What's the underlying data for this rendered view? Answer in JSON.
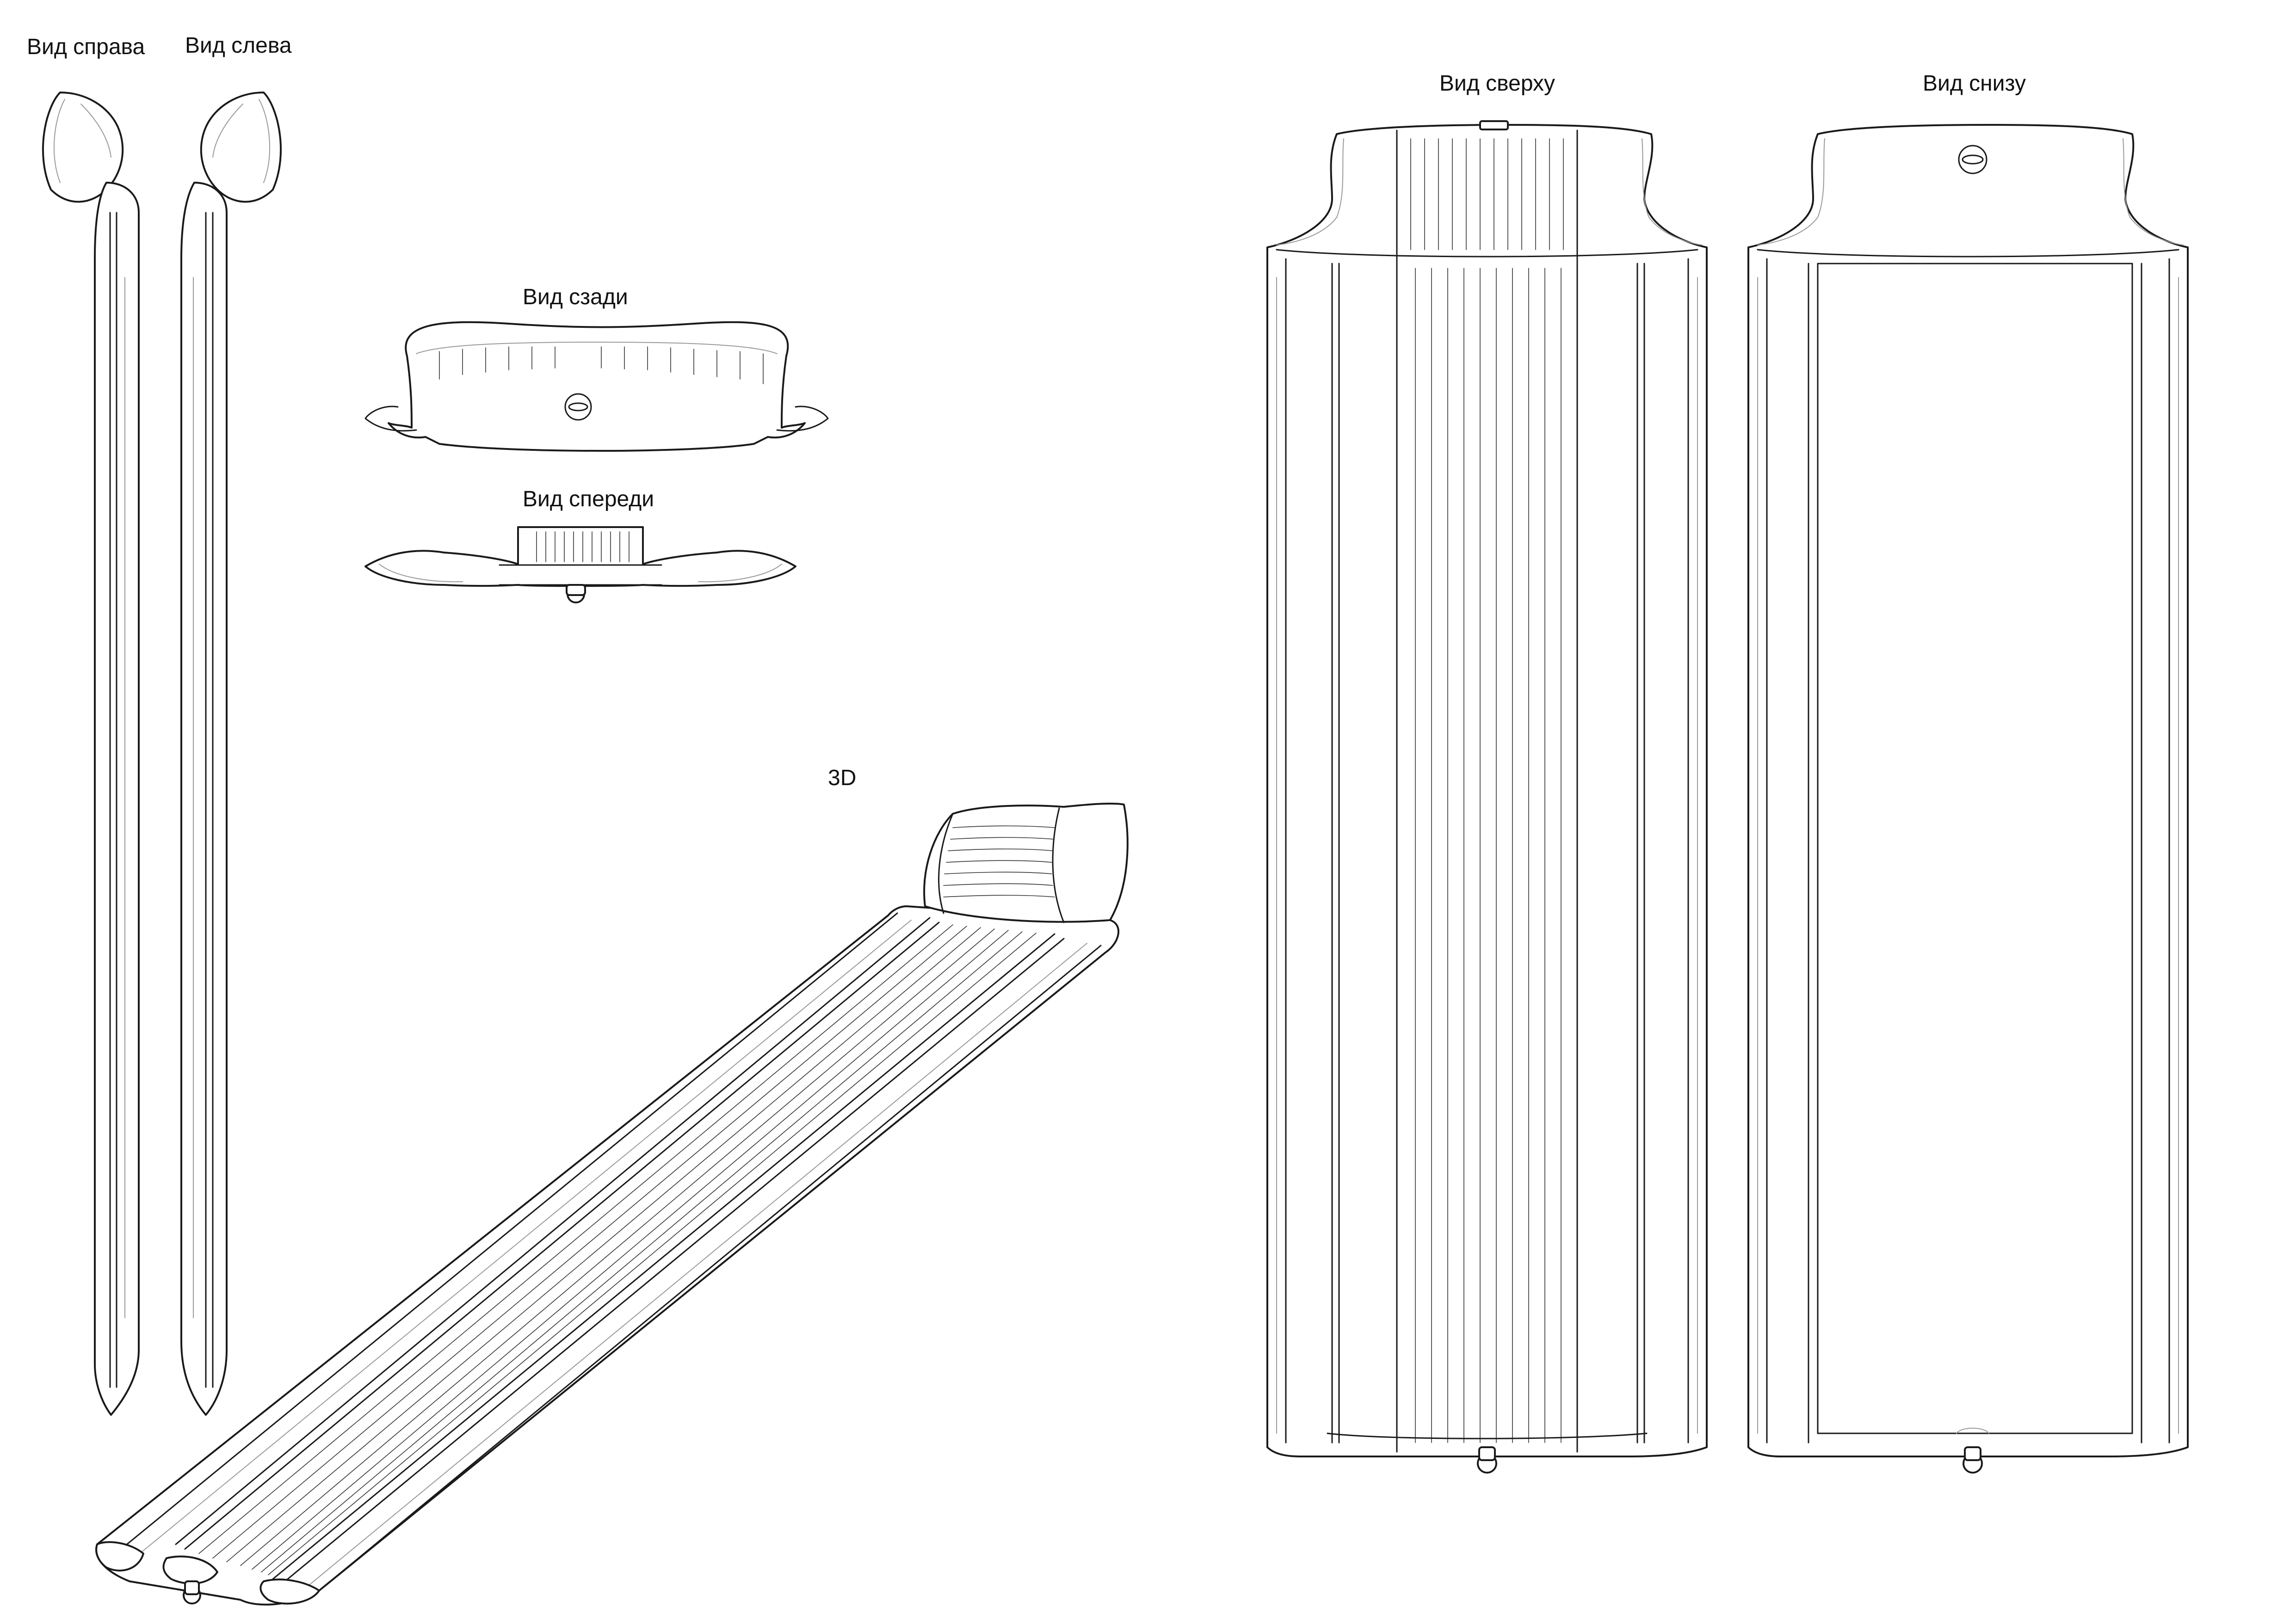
{
  "labels": {
    "right_view": "Вид справа",
    "left_view": "Вид слева",
    "rear_view": "Вид сзади",
    "front_view": "Вид спереди",
    "iso_view": "3D",
    "top_view": "Вид сверху",
    "bottom_view": "Вид снизу"
  },
  "colors": {
    "line": "#1a1a1a",
    "light_line": "#9a9a9a",
    "background": "#ffffff"
  }
}
